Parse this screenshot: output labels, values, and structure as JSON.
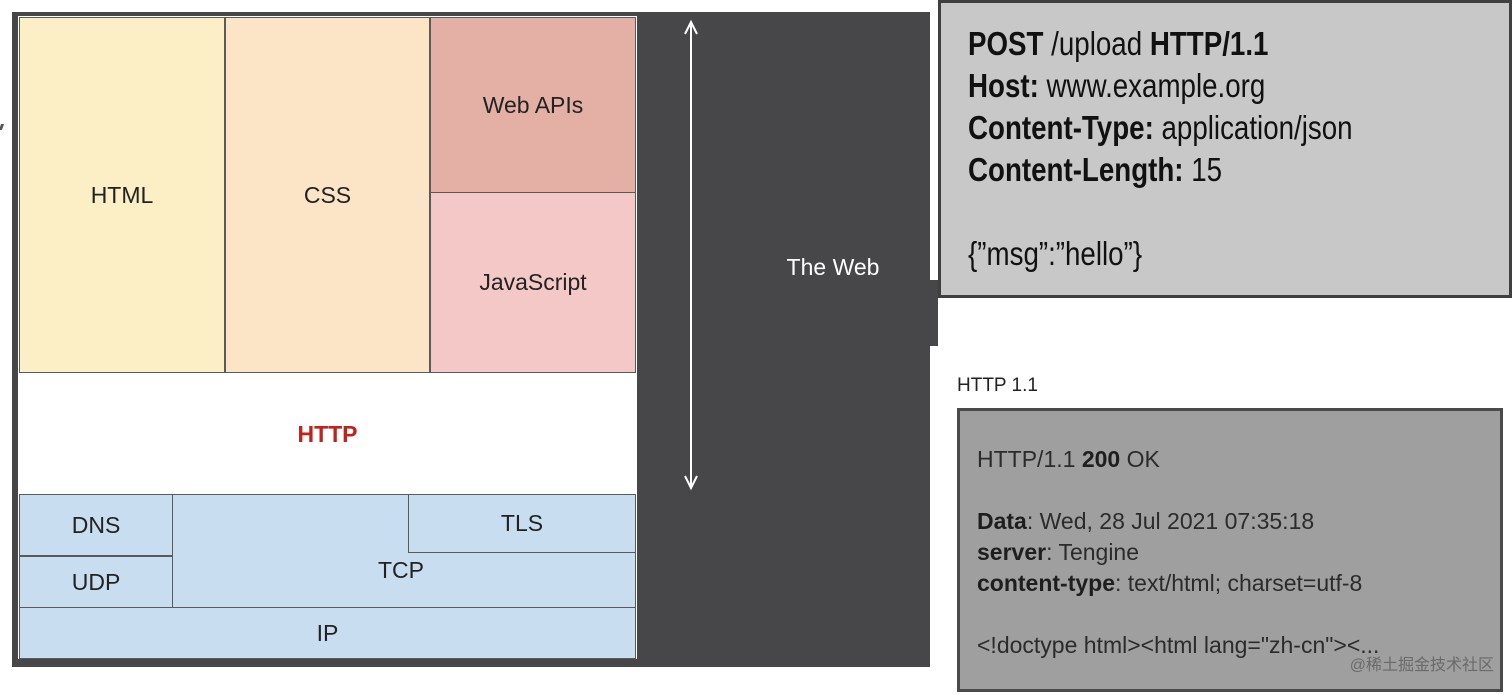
{
  "stack": {
    "html": "HTML",
    "css": "CSS",
    "web_apis": "Web APIs",
    "javascript": "JavaScript",
    "http": "HTTP",
    "dns": "DNS",
    "udp": "UDP",
    "tcp": "TCP",
    "tls": "TLS",
    "ip": "IP"
  },
  "web_label": "The Web",
  "request": {
    "method": "POST",
    "path": " /upload ",
    "version": "HTTP/1.1",
    "host_key": "Host:",
    "host_val": " www.example.org",
    "ctype_key": "Content-Type:",
    "ctype_val": " application/json",
    "clen_key": "Content-Length:",
    "clen_val": " 15",
    "body": "{”msg”:”hello”}"
  },
  "response_label": "HTTP 1.1",
  "response": {
    "status_version": "HTTP/1.1 ",
    "status_code": "200",
    "status_text": " OK",
    "data_key": "Data",
    "data_val": ": Wed, 28 Jul 2021 07:35:18",
    "server_key": "server",
    "server_val": ": Tengine",
    "ctype_key": "content-type",
    "ctype_val": ": text/html; charset=utf-8",
    "body": "<!doctype html><html lang=\"zh-cn\"><..."
  },
  "watermark": "@稀土掘金技术社区",
  "colors": {
    "dark": "#474749",
    "http_red": "#c0221c",
    "network_blue": "#c9ddf1"
  }
}
